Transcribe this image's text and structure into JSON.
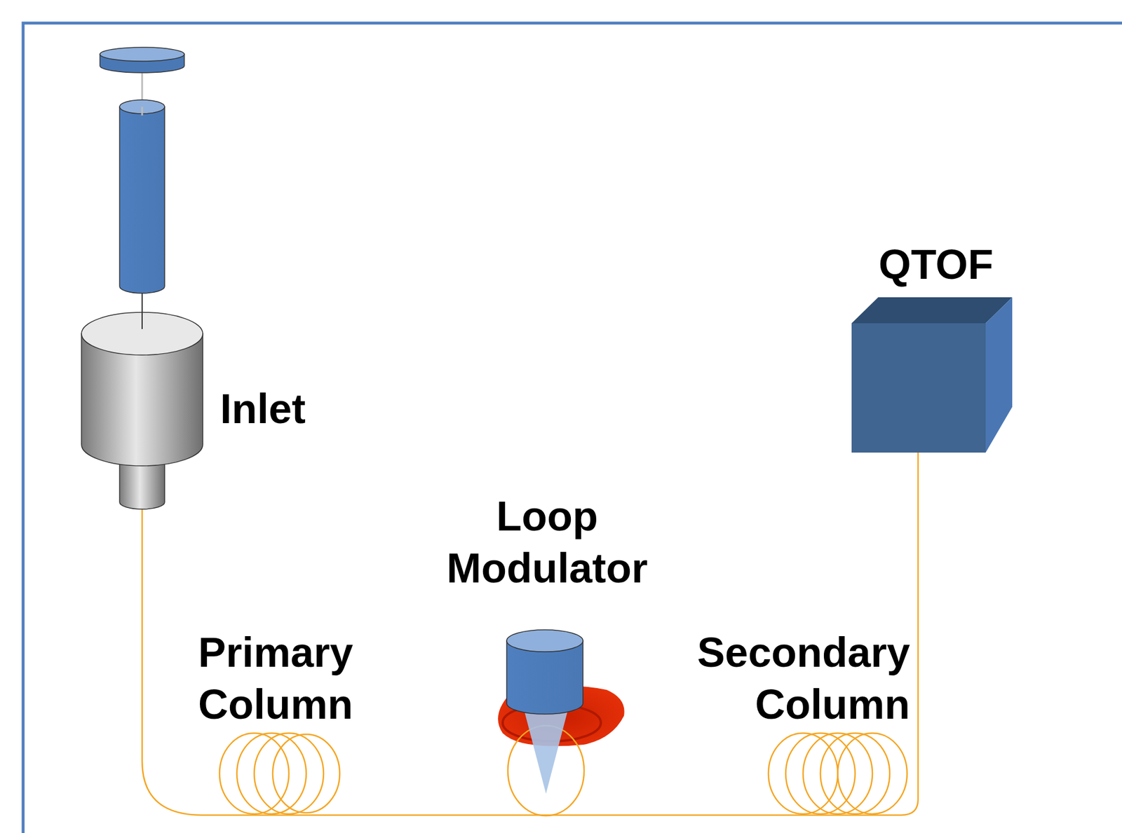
{
  "diagram": {
    "labels": [
      "QTOF",
      "Inlet",
      "Loop Modulator",
      "Primary Column",
      "Secondary Column"
    ]
  }
}
